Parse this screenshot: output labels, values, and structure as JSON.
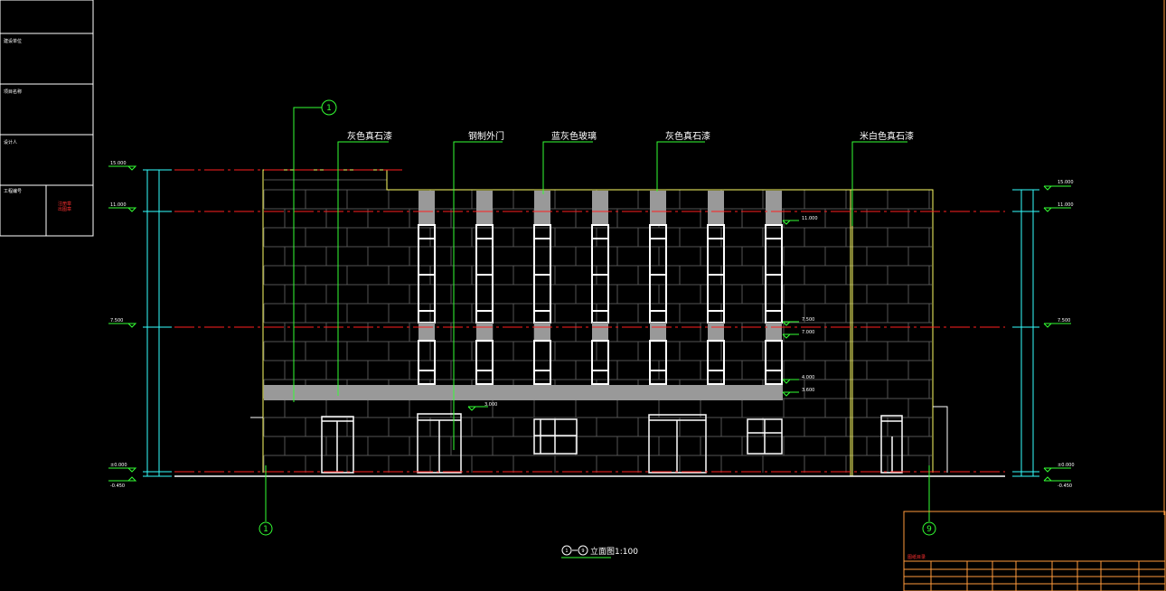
{
  "drawing": {
    "title_a": "1",
    "title_b": "9",
    "title_text": "立面图",
    "scale": "1:100"
  },
  "annotations": [
    "灰色真石漆",
    "钢制外门",
    "蓝灰色玻璃",
    "灰色真石漆",
    "米白色真石漆"
  ],
  "grid_axes": {
    "left": "1",
    "right": "9",
    "top": "1"
  },
  "left_panel": {
    "rows": [
      "建设单位",
      "项目名称",
      "设计人",
      "工程编号"
    ],
    "stamp": [
      "注册章",
      "出图章"
    ]
  },
  "title_block": {
    "label": "图纸目录"
  },
  "levels_left": [
    "15.000",
    "11.000",
    "7.500",
    "±0.000",
    "-0.450"
  ],
  "levels_right": [
    "15.000",
    "11.000",
    "7.500",
    "±0.000",
    "-0.450"
  ],
  "levels_inner": [
    "11.000",
    "7.500",
    "7.000",
    "4.000",
    "3.600",
    "3.000"
  ],
  "colors": {
    "background": "#000000",
    "wall": "#ffff66",
    "level_line": "#ff2020",
    "leader": "#33ff33",
    "dimension": "#33ffff",
    "gray_band": "#999999",
    "title_block": "#ff9a3c"
  }
}
